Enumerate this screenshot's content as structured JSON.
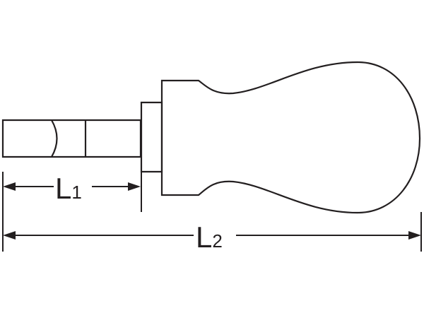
{
  "dimensions": {
    "blade_length": {
      "symbol": "L",
      "subscript": "1"
    },
    "overall_length": {
      "symbol": "L",
      "subscript": "2"
    }
  },
  "colors": {
    "line": "#231f20",
    "background": "#ffffff"
  }
}
